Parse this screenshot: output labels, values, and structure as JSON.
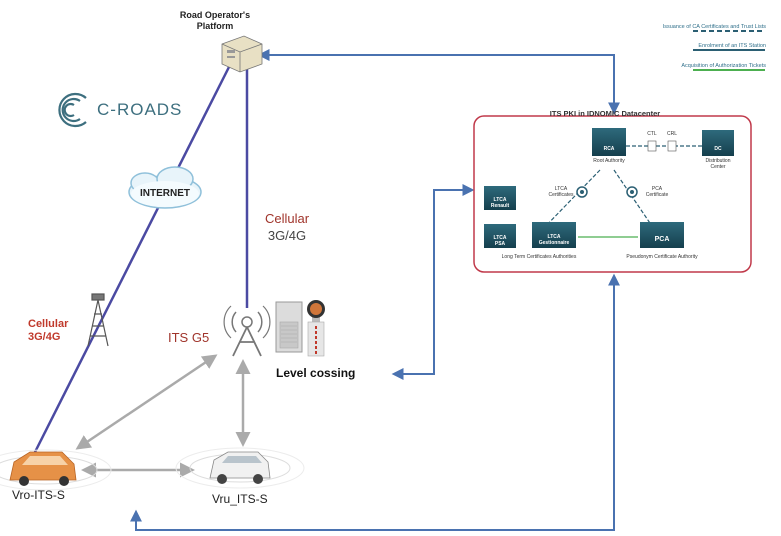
{
  "platform": {
    "title_line1": "Road Operator's",
    "title_line2": "Platform"
  },
  "logo": {
    "text": "C-ROADS"
  },
  "network": {
    "internet": "INTERNET",
    "cellular_line1": "Cellular",
    "cellular_line2": "3G/4G",
    "its_g5": "ITS G5"
  },
  "crossing": {
    "label": "Level cossing"
  },
  "vehicles": {
    "vro": "Vro-ITS-S",
    "vru": "Vru_ITS-S"
  },
  "legend": {
    "items": [
      {
        "label": "Issuance of CA Certificates and Trust Lists",
        "style": "dashed",
        "color": "#2b5f73"
      },
      {
        "label": "Enrolment of an ITS Station",
        "style": "solid",
        "color": "#2b5f73"
      },
      {
        "label": "Acquisition of Authorization Tickets",
        "style": "solid",
        "color": "#4caf50"
      }
    ]
  },
  "pki": {
    "title": "ITS PKI in IDNOMIC Datacenter",
    "rca": "RCA",
    "rca_caption": "Root Authority",
    "ctl": "CTL",
    "crl": "CRL",
    "dc": "DC",
    "dc_caption_line1": "Distribution",
    "dc_caption_line2": "Center",
    "ltca_cert_line1": "LTCA",
    "ltca_cert_line2": "Certificates",
    "pca_cert_line1": "PCA",
    "pca_cert_line2": "Certificate",
    "ltca_renault_line1": "LTCA",
    "ltca_renault_line2": "Renault",
    "ltca_psa_line1": "LTCA",
    "ltca_psa_line2": "PSA",
    "ltca_gest_line1": "LTCA",
    "ltca_gest_line2": "Gestionnaire",
    "ltca_caption": "Long Term Certificates Authorities",
    "pca": "PCA",
    "pca_caption": "Pseudonym Certificate Authority"
  },
  "colors": {
    "link_blue": "#4a72b0",
    "radio_gray": "#aaaaaa",
    "internet_line": "#4b4aa2",
    "pki_border": "#c0394a",
    "server": "#1d4d5c"
  }
}
